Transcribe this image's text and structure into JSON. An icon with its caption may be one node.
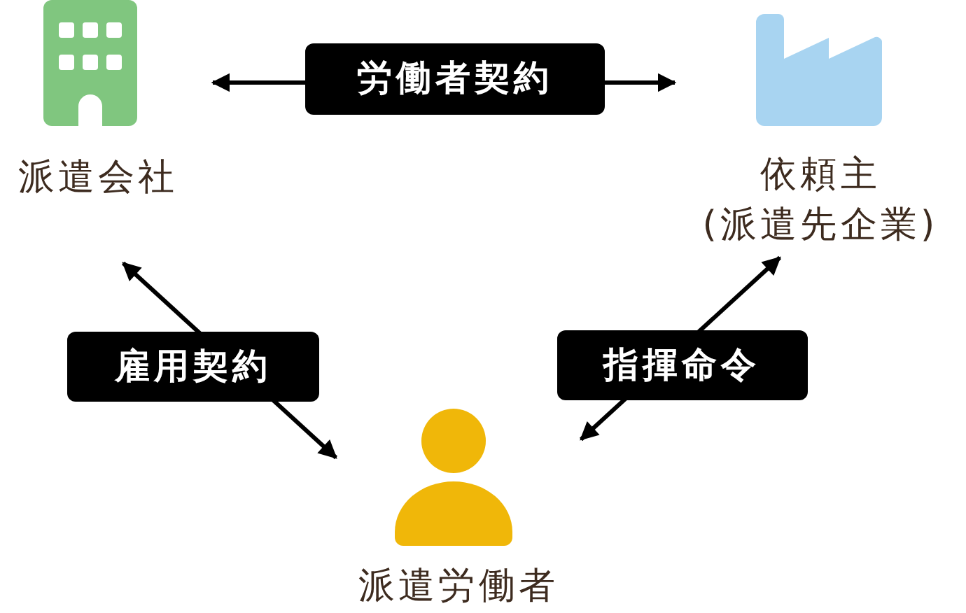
{
  "diagram": {
    "nodes": [
      {
        "text": [
          "派遣会社"
        ]
      },
      {
        "text": [
          "依頼主",
          "(派遣先企業)"
        ]
      },
      {
        "text": [
          "派遣労働者"
        ]
      }
    ],
    "edges": [
      {
        "from": 0,
        "to": 1,
        "arrow": "both",
        "label": "労働者契約"
      },
      {
        "from": 0,
        "to": 2,
        "arrow": "both",
        "label": "雇用契約"
      },
      {
        "from": 1,
        "to": 2,
        "arrow": "both",
        "label": "指揮命令"
      }
    ]
  }
}
